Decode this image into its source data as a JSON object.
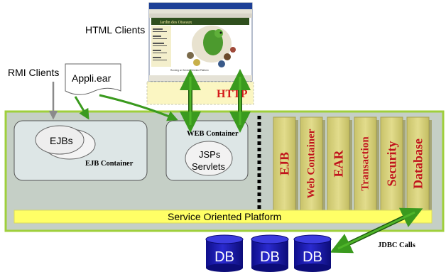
{
  "clients": {
    "html_label": "HTML Clients",
    "rmi_label": "RMI Clients"
  },
  "browser": {
    "site_title": "Jardin des Oiseaux",
    "footer_text": "Running on Service Oriented Platform"
  },
  "archive": {
    "label": "Appli.ear"
  },
  "protocol": {
    "label": "HTTP"
  },
  "ejb_container": {
    "label": "EJB Container",
    "ejbs_label": "EJBs"
  },
  "web_container": {
    "label": "WEB Container",
    "jsps_label": "JSPs",
    "servlets_label": "Servlets"
  },
  "services": [
    "EJB",
    "Web Container",
    "EAR",
    "Transaction",
    "Security",
    "Database"
  ],
  "platform": {
    "label": "Service Oriented Platform"
  },
  "databases": [
    "DB",
    "DB",
    "DB"
  ],
  "jdbc": {
    "label": "JDBC Calls"
  },
  "colors": {
    "platform_bg": "#c5cfc6",
    "platform_border": "#9fcf3c",
    "service_fill": "#d8d27c",
    "service_text": "#c0141c",
    "bar_fill": "#ffff66",
    "db_fill": "#1a1ab8",
    "arrow_green": "#3a9a1e"
  }
}
